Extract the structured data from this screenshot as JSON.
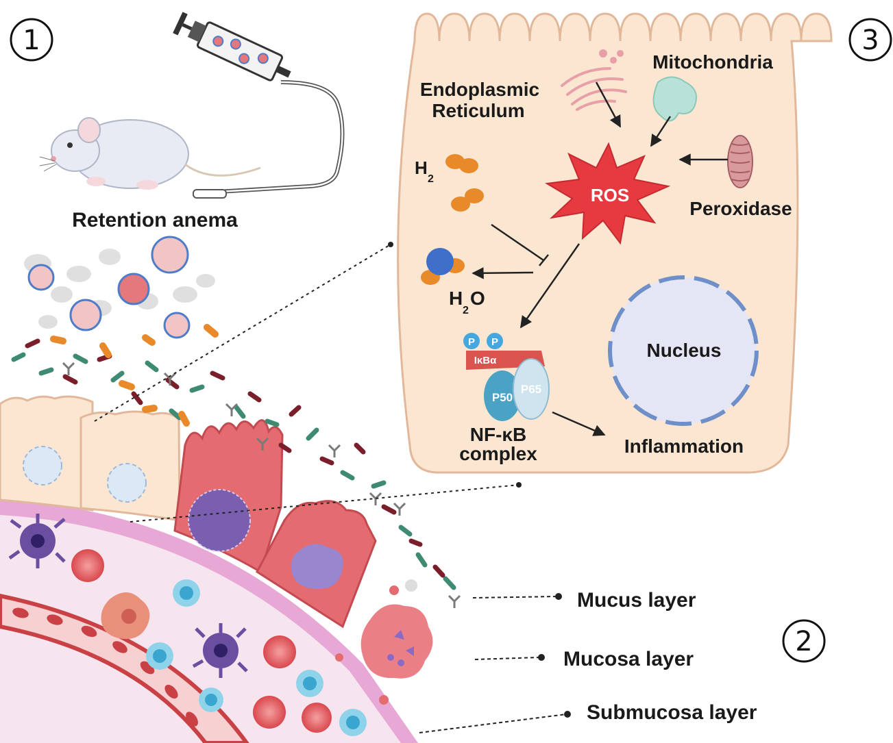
{
  "panel_numbers": {
    "p1": "1",
    "p2": "2",
    "p3": "3"
  },
  "panel1": {
    "label": "Retention anema"
  },
  "cell": {
    "er_line1": "Endoplasmic",
    "er_line2": "Reticulum",
    "mitochondria": "Mitochondria",
    "peroxidase": "Peroxidase",
    "ros": "ROS",
    "h2_main": "H",
    "h2_sub": "2",
    "h2o_a": "H",
    "h2o_sub": "2",
    "h2o_b": "O",
    "p": "P",
    "ikba": "IκBα",
    "p50": "P50",
    "p65": "P65",
    "nfkb_line1": "NF-κB",
    "nfkb_line2": "complex",
    "inflammation": "Inflammation",
    "nucleus": "Nucleus"
  },
  "layers": {
    "mucus": "Mucus layer",
    "mucosa": "Mucosa layer",
    "submucosa": "Submucosa layer"
  },
  "colors": {
    "cell_fill": "#fbe6d2",
    "cell_stroke": "#e2b89a",
    "ros_red": "#e63a40",
    "h2_orange": "#e98a2a",
    "oxygen_blue": "#3f6fc9",
    "nucleus_fill": "#e4e6f6",
    "nucleus_stroke": "#6f8fc9",
    "p50_teal": "#4aa3c4",
    "ikba_red": "#d9544f",
    "phospho_blue": "#45a7dd",
    "mucosa_pink": "#e8a8d6",
    "vessel_red": "#c94045"
  }
}
